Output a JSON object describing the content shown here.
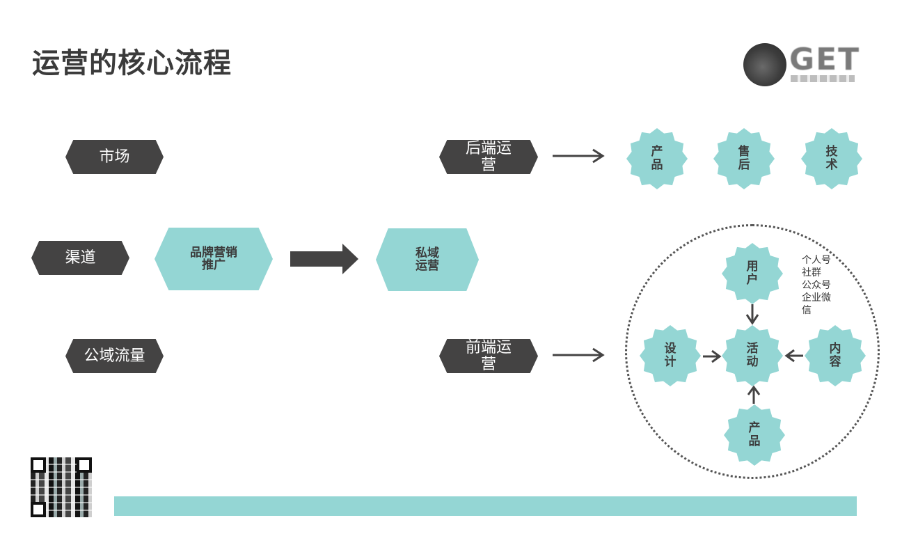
{
  "title": "运营的核心流程",
  "logo": {
    "text": "GET"
  },
  "left_nodes": {
    "market": "市场",
    "channel": "渠道",
    "public_traffic": "公域流量"
  },
  "center_nodes": {
    "brand": "品牌营销推广",
    "private": "私域运营",
    "backend": "后端运营",
    "frontend": "前端运营"
  },
  "backend_items": [
    "产品",
    "售后",
    "技术"
  ],
  "frontend_cluster": {
    "user": "用户",
    "design": "设计",
    "activity": "活动",
    "content": "内容",
    "product": "产品",
    "user_channels": [
      "个人号",
      "社群",
      "公众号",
      "企业微信"
    ]
  },
  "colors": {
    "dark": "#444343",
    "teal": "#94d6d4",
    "arrow": "#444343"
  }
}
